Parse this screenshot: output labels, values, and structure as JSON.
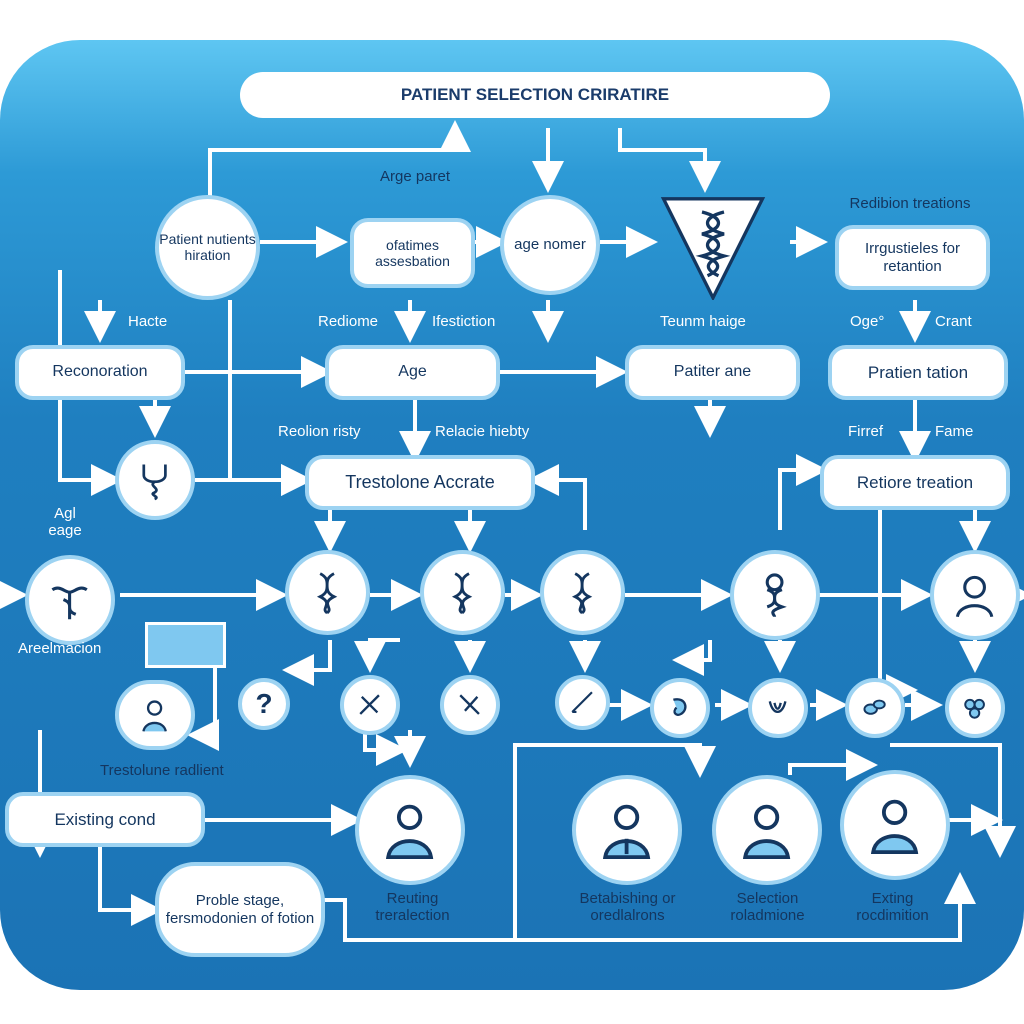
{
  "title": "PATIENT SELECTION CRIRATIRE",
  "boxes": {
    "patient_history": "Patient nutients hiration",
    "assessment": "ofatimes assesbation",
    "age_nomer": "age nomer",
    "irrgustieles": "Irrgustieles for retantion",
    "reconoration": "Reconoration",
    "age": "Age",
    "patient_ane": "Patiter ane",
    "pratien_tation": "Pratien tation",
    "trestolone": "Trestolone Accrate",
    "retiore_treation": "Retiore treation",
    "existing_cond": "Existing cond",
    "proble_stage": "Proble stage, fersmodonien of fotion"
  },
  "labels": {
    "age_pparet": "Arge paret",
    "redibion_treations": "Redibion treations",
    "hacte": "Hacte",
    "rediome": "Rediome",
    "ifestiction": "Ifestiction",
    "teunm_haige": "Teunm haige",
    "oge": "Oge°",
    "crant": "Crant",
    "reolion_risty": "Reolion risty",
    "relacie_hiebty": "Relacie hiebty",
    "firref": "Firref",
    "fame": "Fame",
    "agl_eage": "Agl eage",
    "areelmacion": "Areelmacion",
    "trestolune": "Trestolune radlient",
    "reuting": "Reuting treralection",
    "betablishing": "Betabishing or oredlalrons",
    "selection_rol": "Selection roladmione",
    "exting_rol": "Exting rocdimition"
  },
  "icons": {
    "funnel": "dna-funnel-icon",
    "doctor": "doctor-icon",
    "question": "question-icon",
    "patient": "patient-icon"
  },
  "colors": {
    "panel": "#1f7fc0",
    "border": "#9dd3f2",
    "text": "#14365f"
  }
}
